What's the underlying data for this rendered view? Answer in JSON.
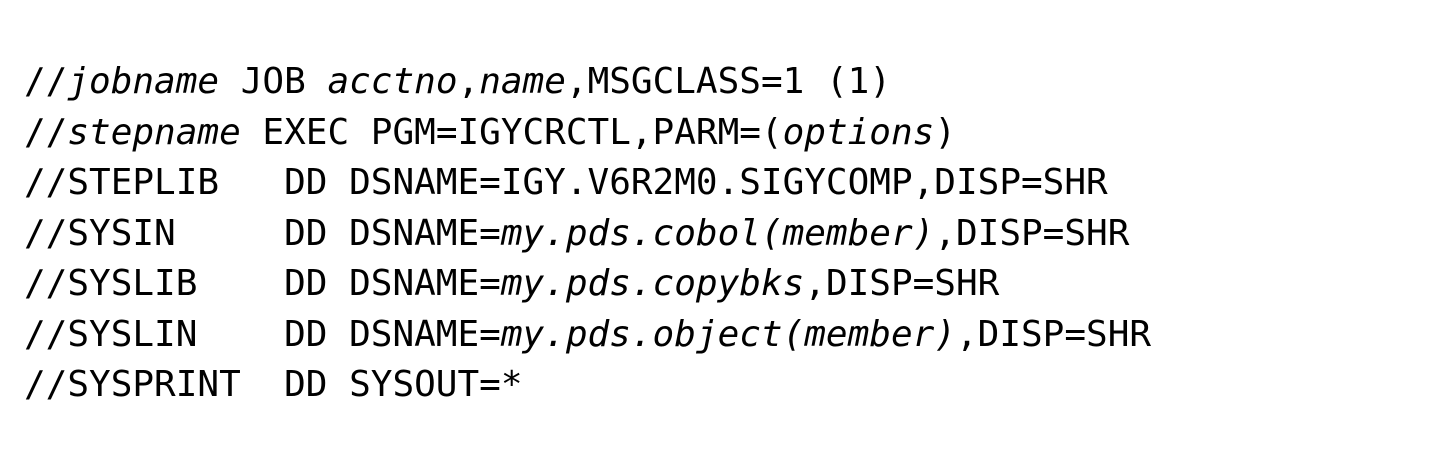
{
  "jcl": {
    "lines": [
      {
        "segments": [
          {
            "text": "//",
            "italic": false
          },
          {
            "text": "jobname",
            "italic": true
          },
          {
            "text": " JOB ",
            "italic": false
          },
          {
            "text": "acctno",
            "italic": true
          },
          {
            "text": ",",
            "italic": false
          },
          {
            "text": "name",
            "italic": true
          },
          {
            "text": ",MSGCLASS=1 (1)",
            "italic": false
          }
        ]
      },
      {
        "segments": [
          {
            "text": "//",
            "italic": false
          },
          {
            "text": "stepname",
            "italic": true
          },
          {
            "text": " EXEC PGM=IGYCRCTL,PARM=(",
            "italic": false
          },
          {
            "text": "options",
            "italic": true
          },
          {
            "text": ")",
            "italic": false
          }
        ]
      },
      {
        "segments": [
          {
            "text": "//STEPLIB   DD DSNAME=IGY.V6R2M0.SIGYCOMP,DISP=SHR",
            "italic": false
          }
        ]
      },
      {
        "segments": [
          {
            "text": "//SYSIN     DD DSNAME=",
            "italic": false
          },
          {
            "text": "my.pds.cobol(member)",
            "italic": true
          },
          {
            "text": ",DISP=SHR",
            "italic": false
          }
        ]
      },
      {
        "segments": [
          {
            "text": "//SYSLIB    DD DSNAME=",
            "italic": false
          },
          {
            "text": "my.pds.copybks",
            "italic": true
          },
          {
            "text": ",DISP=SHR",
            "italic": false
          }
        ]
      },
      {
        "segments": [
          {
            "text": "//SYSLIN    DD DSNAME=",
            "italic": false
          },
          {
            "text": "my.pds.object(member)",
            "italic": true
          },
          {
            "text": ",DISP=SHR",
            "italic": false
          }
        ]
      },
      {
        "segments": [
          {
            "text": "//SYSPRINT  DD SYSOUT=*",
            "italic": false
          }
        ]
      }
    ]
  }
}
